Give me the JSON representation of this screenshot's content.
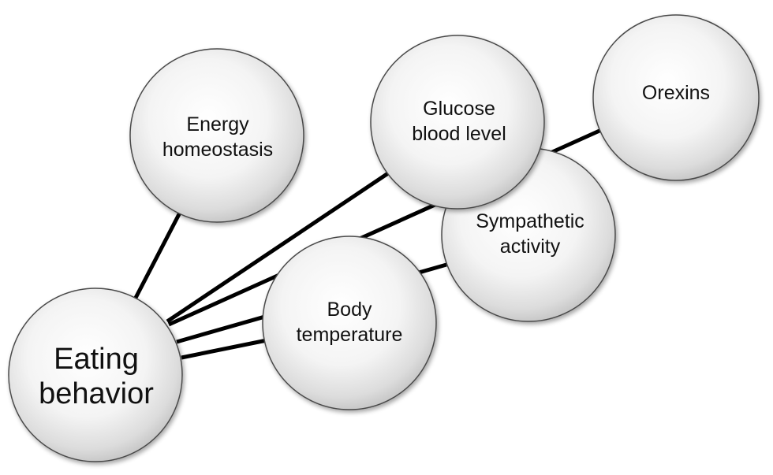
{
  "nodes": {
    "eating_behavior": {
      "line1": "Eating",
      "line2": "behavior"
    },
    "energy_homeostasis": {
      "line1": "Energy",
      "line2": "homeostasis"
    },
    "glucose_blood_level": {
      "line1": "Glucose",
      "line2": "blood level"
    },
    "orexins": {
      "line1": "Orexins"
    },
    "sympathetic_activity": {
      "line1": "Sympathetic",
      "line2": "activity"
    },
    "body_temperature": {
      "line1": "Body",
      "line2": "temperature"
    }
  },
  "connections": [
    {
      "from": "Eating behavior",
      "to": "Energy homeostasis"
    },
    {
      "from": "Eating behavior",
      "to": "Glucose blood level"
    },
    {
      "from": "Eating behavior",
      "to": "Orexins"
    },
    {
      "from": "Eating behavior",
      "to": "Sympathetic activity"
    },
    {
      "from": "Eating behavior",
      "to": "Body temperature"
    }
  ],
  "colors": {
    "circle_fill_center": "#ffffff",
    "circle_fill_edge": "#c8c8c8",
    "circle_stroke": "#4a4a4a",
    "connector": "#000000"
  }
}
